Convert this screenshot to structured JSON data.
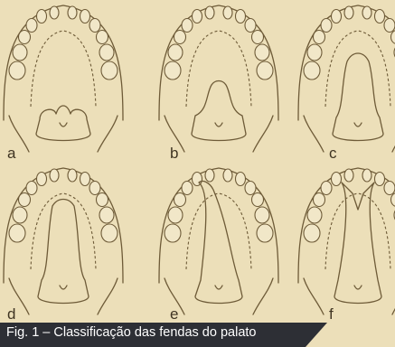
{
  "caption": "Fig. 1 – Classificação das fendas do palato",
  "panels": [
    {
      "letter": "a",
      "cleft": "soft palate only"
    },
    {
      "letter": "b",
      "cleft": "soft and part of hard palate"
    },
    {
      "letter": "c",
      "cleft": "soft and hard palate to incisive foramen"
    },
    {
      "letter": "d",
      "cleft": "complete secondary palate"
    },
    {
      "letter": "e",
      "cleft": "unilateral complete"
    },
    {
      "letter": "f",
      "cleft": "bilateral complete"
    }
  ],
  "colors": {
    "paper": "#ecdfb9",
    "ink": "#6e5b38",
    "caption_background": "#2d2f35",
    "caption_text": "#ffffff"
  }
}
